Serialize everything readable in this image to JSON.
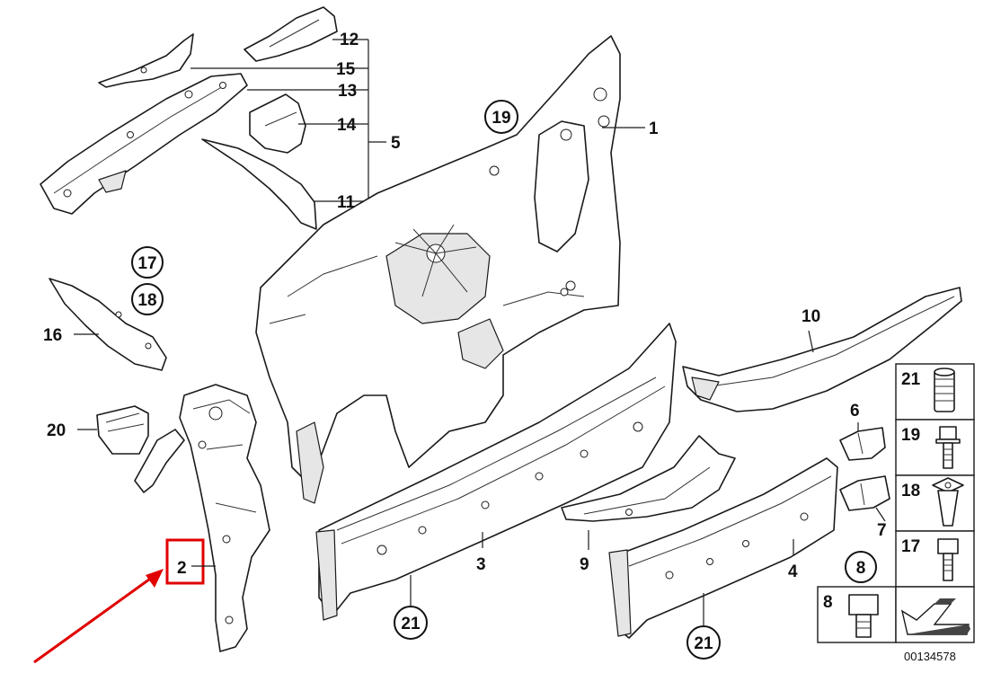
{
  "diagram": {
    "reference_number": "00134578",
    "callouts": {
      "c1": "1",
      "c2": "2",
      "c3": "3",
      "c4": "4",
      "c5": "5",
      "c6": "6",
      "c7": "7",
      "c8": "8",
      "c9": "9",
      "c10": "10",
      "c11": "11",
      "c12": "12",
      "c13": "13",
      "c14": "14",
      "c15": "15",
      "c16": "16",
      "c17": "17",
      "c18": "18",
      "c19": "19",
      "c20": "20",
      "c21a": "21",
      "c21b": "21"
    },
    "fastener_table": [
      "21",
      "19",
      "18",
      "17",
      "8"
    ],
    "highlight_color": "#e00000",
    "highlighted_callout": "2"
  }
}
